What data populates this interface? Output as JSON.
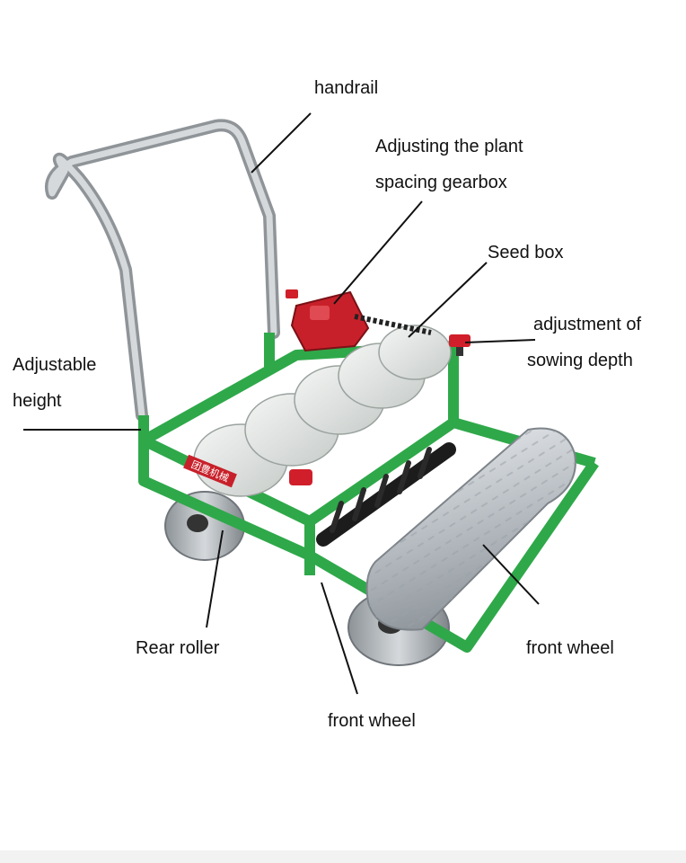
{
  "labels": {
    "handrail": "handrail",
    "gearbox_line1": "Adjusting the plant",
    "gearbox_line2": "spacing gearbox",
    "seed_box": "Seed box",
    "sowing_depth_line1": "adjustment of",
    "sowing_depth_line2": "sowing depth",
    "adjustable_height_line1": "Adjustable",
    "adjustable_height_line2": "height",
    "rear_roller": "Rear roller",
    "front_wheel_right": "front wheel",
    "front_wheel_bottom": "front wheel"
  },
  "machine": {
    "frame_text": "团豊机械",
    "frame_color": "#2fa84a",
    "gearbox_color": "#c8202a",
    "knob_color": "#d01f2a",
    "handle_color": "#b9bcbf",
    "roller_color": "#c9cdd1"
  }
}
